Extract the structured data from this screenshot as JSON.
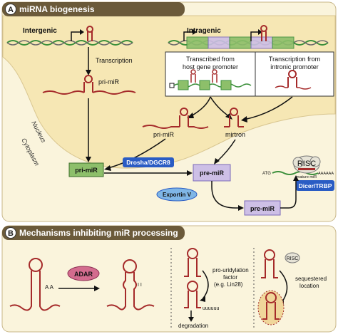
{
  "panel_a": {
    "badge": "A",
    "title": "miRNA biogenesis",
    "intergenic": "Intergenic",
    "intragenic": "Intragenic",
    "transcription": "Transcription",
    "pri_mir_top": "pri-miR",
    "host_promoter_line1": "Transcribed from",
    "host_promoter_line2": "host gene promoter",
    "intronic_promoter_line1": "Transcription from",
    "intronic_promoter_line2": "intronic promoter",
    "pri_mir_mid": "pri-miR",
    "mirtron": "mirtron",
    "nucleus": "Nucleus",
    "cytoplasm": "Cytoplasm",
    "pri_mir_box": "pri-miR",
    "drosha": "Drosha/DGCR8",
    "pre_mir_box": "pre-miR",
    "exportin": "Exportin V",
    "pre_mir_box2": "pre-miR",
    "dicer": "Dicer/TRBP",
    "risc": "RISC",
    "mature_mir": "mature miR",
    "atg": "ATG",
    "polya": "AAAAAA"
  },
  "panel_b": {
    "badge": "B",
    "title": "Mechanisms inhibiting miR processing",
    "adar": "ADAR",
    "aa": "A A",
    "ii": "I I",
    "pro_uridylation_1": "pro-uridylation",
    "pro_uridylation_2": "factor",
    "pro_uridylation_3": "(e.g. Lin28)",
    "uuuu": "uuuuuu",
    "degradation": "degradation",
    "risc": "RISC",
    "sequestered_1": "sequestered",
    "sequestered_2": "location"
  },
  "colors": {
    "header_bg": "#6b5a3a",
    "badge_bg": "#ffffff",
    "nucleus": "#f6e7b4",
    "outer": "#faf4dc",
    "rna": "#a52a2a",
    "dna_green": "#3b8f3b",
    "dna_purple": "#7a6ab8",
    "green_box": "#8dbf6a",
    "purple_box": "#cdbfe6",
    "drosha": "#2a5cc4",
    "exportin": "#7fb6e6",
    "adar": "#d36c8e",
    "dicer": "#2a5cc4"
  }
}
